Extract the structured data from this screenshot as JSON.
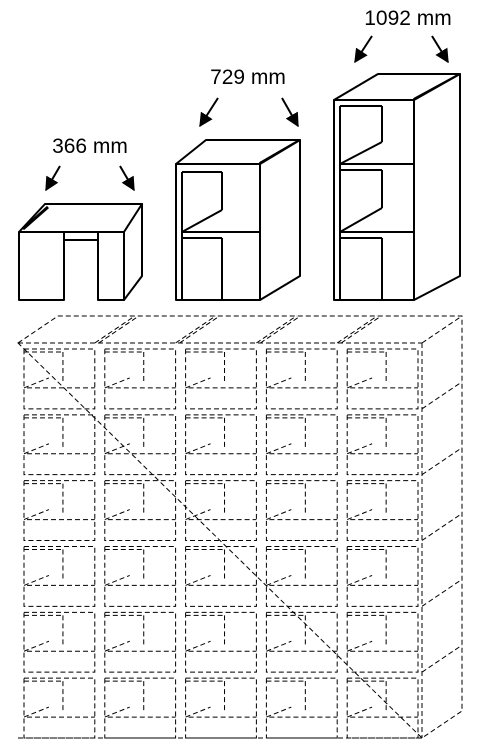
{
  "modules": [
    {
      "id": "small",
      "label": "366 mm",
      "height_mm": 366
    },
    {
      "id": "medium",
      "label": "729 mm",
      "height_mm": 729
    },
    {
      "id": "large",
      "label": "1092 mm",
      "height_mm": 1092
    }
  ],
  "grid": {
    "columns": 5,
    "rows": 6
  },
  "colors": {
    "line": "#000000",
    "background": "#ffffff"
  }
}
